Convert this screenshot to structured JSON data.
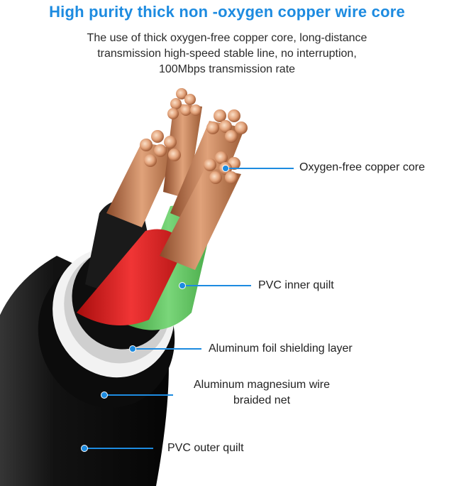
{
  "header": {
    "title": "High purity thick non -oxygen copper wire core",
    "description_lines": [
      "The use of thick oxygen-free copper core, long-distance",
      "transmission high-speed stable line, no interruption,",
      "100Mbps transmission rate"
    ]
  },
  "callouts": [
    {
      "lines": [
        "Oxygen-free copper core"
      ]
    },
    {
      "lines": [
        "PVC inner quilt"
      ]
    },
    {
      "lines": [
        "Aluminum foil shielding layer"
      ]
    },
    {
      "lines": [
        "Aluminum magnesium wire",
        "braided net"
      ]
    },
    {
      "lines": [
        "PVC outer quilt"
      ]
    }
  ],
  "colors": {
    "accent": "#1d8be0",
    "copper": "#c8744a",
    "red_insulation": "#d42020",
    "green_insulation": "#5cc25c",
    "black_insulation": "#1a1a1a",
    "outer_jacket": "#111111"
  }
}
